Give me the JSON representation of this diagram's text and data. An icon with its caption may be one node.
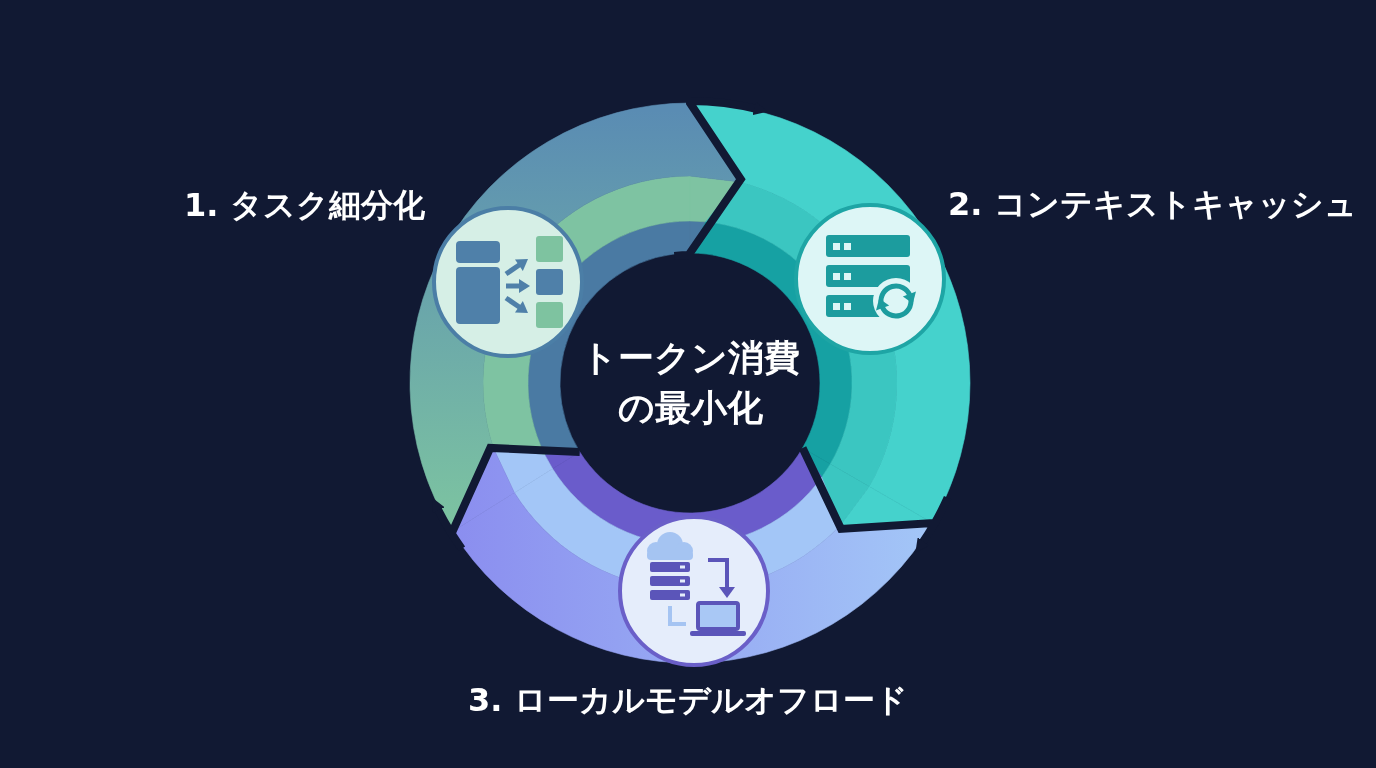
{
  "diagram": {
    "nodes": [
      {
        "text": [
          "トークン消費の最小化"
        ]
      },
      {
        "text": [
          "1. タスク細分化"
        ]
      },
      {
        "text": [
          "2. コンテキストキャッシュ"
        ]
      },
      {
        "text": [
          "3. ローカルモデルオフロード"
        ]
      }
    ],
    "edges": [
      {
        "from": 1,
        "to": 2,
        "arrow": "to"
      },
      {
        "from": 2,
        "to": 3,
        "arrow": "to"
      },
      {
        "from": 3,
        "to": 1,
        "arrow": "to"
      }
    ]
  }
}
